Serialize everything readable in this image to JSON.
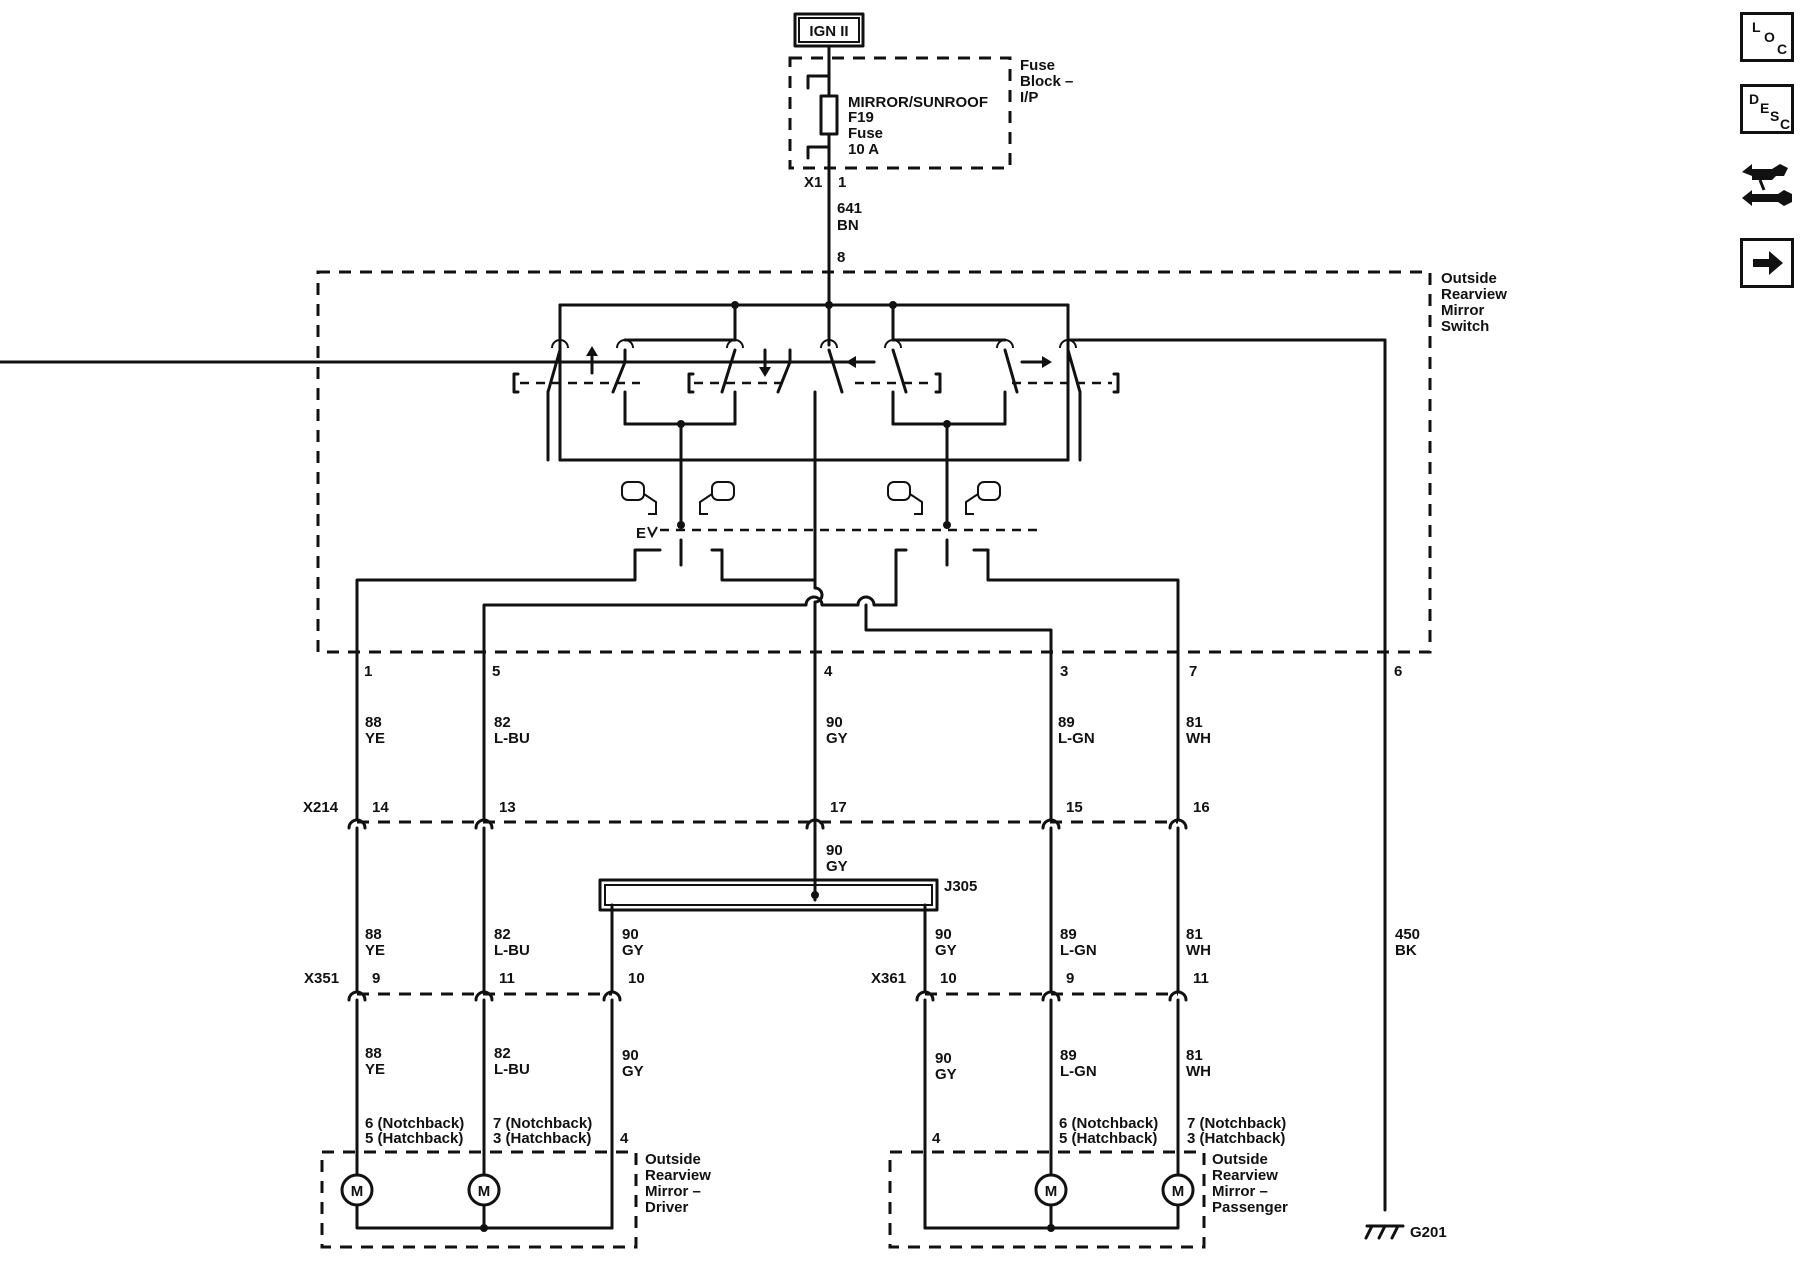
{
  "power": {
    "source": "IGN II"
  },
  "fuse_block": {
    "name_l1": "Fuse",
    "name_l2": "Block –",
    "name_l3": "I/P",
    "fuse_l1": "MIRROR/SUNROOF",
    "fuse_l2": "F19",
    "fuse_l3": "Fuse",
    "fuse_l4": "10 A",
    "connector": "X1",
    "pin": "1"
  },
  "feed_wire": {
    "circuit": "641",
    "color": "BN",
    "switch_pin": "8"
  },
  "switch": {
    "name_l1": "Outside",
    "name_l2": "Rearview",
    "name_l3": "Mirror",
    "name_l4": "Switch",
    "select_label": "E"
  },
  "switch_pins": {
    "p1": "1",
    "p5": "5",
    "p4": "4",
    "p3": "3",
    "p7": "7",
    "p6": "6"
  },
  "wires_upper": [
    {
      "circuit": "88",
      "color": "YE"
    },
    {
      "circuit": "82",
      "color": "L-BU"
    },
    {
      "circuit": "90",
      "color": "GY"
    },
    {
      "circuit": "89",
      "color": "L-GN"
    },
    {
      "circuit": "81",
      "color": "WH"
    }
  ],
  "x214": {
    "name": "X214",
    "pins": [
      "14",
      "13",
      "17",
      "15",
      "16"
    ]
  },
  "gy_below_x214": {
    "circuit": "90",
    "color": "GY"
  },
  "splice": {
    "name": "J305"
  },
  "wires_mid": [
    {
      "circuit": "88",
      "color": "YE"
    },
    {
      "circuit": "82",
      "color": "L-BU"
    },
    {
      "circuit": "90",
      "color": "GY"
    },
    {
      "circuit": "90",
      "color": "GY"
    },
    {
      "circuit": "89",
      "color": "L-GN"
    },
    {
      "circuit": "81",
      "color": "WH"
    }
  ],
  "ground_wire": {
    "circuit": "450",
    "color": "BK",
    "ground": "G201"
  },
  "x351": {
    "name": "X351",
    "pins": [
      "9",
      "11",
      "10"
    ]
  },
  "x361": {
    "name": "X361",
    "pins": [
      "10",
      "9",
      "11"
    ]
  },
  "wires_lower": [
    {
      "circuit": "88",
      "color": "YE"
    },
    {
      "circuit": "82",
      "color": "L-BU"
    },
    {
      "circuit": "90",
      "color": "GY"
    },
    {
      "circuit": "90",
      "color": "GY"
    },
    {
      "circuit": "89",
      "color": "L-GN"
    },
    {
      "circuit": "81",
      "color": "WH"
    }
  ],
  "mirror_pins": {
    "d_a1": "6 (Notchback)",
    "d_a2": "5 (Hatchback)",
    "d_b1": "7 (Notchback)",
    "d_b2": "3 (Hatchback)",
    "d_c": "4",
    "p_c": "4",
    "p_a1": "6 (Notchback)",
    "p_a2": "5 (Hatchback)",
    "p_b1": "7 (Notchback)",
    "p_b2": "3 (Hatchback)"
  },
  "motor_label": "M",
  "driver_mirror": {
    "l1": "Outside",
    "l2": "Rearview",
    "l3": "Mirror –",
    "l4": "Driver"
  },
  "passenger_mirror": {
    "l1": "Outside",
    "l2": "Rearview",
    "l3": "Mirror –",
    "l4": "Passenger"
  },
  "nav": {
    "loc": {
      "a": "L",
      "b": "O",
      "c": "C"
    },
    "desc": {
      "a": "D",
      "b": "E",
      "c": "S",
      "d": "C"
    },
    "icons": [
      "loc-icon",
      "desc-icon",
      "connector-icon",
      "next-arrow-icon"
    ]
  }
}
